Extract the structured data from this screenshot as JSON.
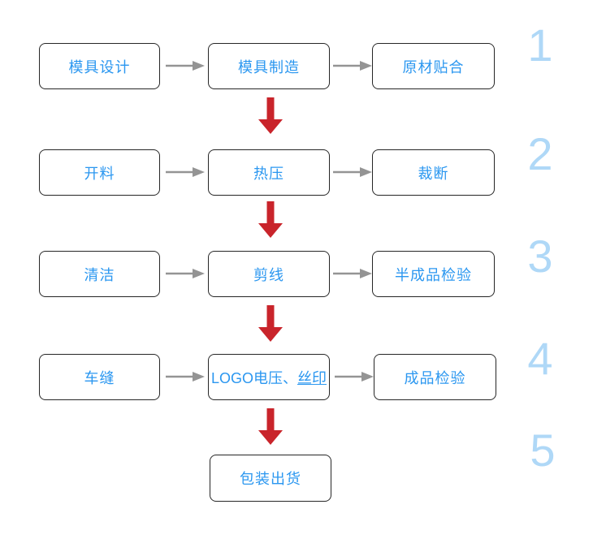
{
  "diagram_title": "production-process-flowchart",
  "colors": {
    "box_text": "#2b97f0",
    "box_border": "#262626",
    "step_number": "#afd8f7",
    "flow_arrow": "#949494",
    "down_arrow": "#c9242b",
    "background": "#ffffff"
  },
  "rows": [
    {
      "number": "1",
      "boxes": [
        {
          "label": "模具设计"
        },
        {
          "label": "模具制造"
        },
        {
          "label": "原材贴合"
        }
      ]
    },
    {
      "number": "2",
      "boxes": [
        {
          "label": "开料"
        },
        {
          "label": "热压"
        },
        {
          "label": "裁断"
        }
      ]
    },
    {
      "number": "3",
      "boxes": [
        {
          "label": "清洁"
        },
        {
          "label": "剪线"
        },
        {
          "label": "半成品检验"
        }
      ]
    },
    {
      "number": "4",
      "boxes": [
        {
          "label": "车缝"
        },
        {
          "label_main": "LOGO电压、",
          "label_underline": "丝印"
        },
        {
          "label": "成品检验"
        }
      ]
    },
    {
      "number": "5",
      "boxes": [
        {
          "label": "包装出货"
        }
      ]
    }
  ]
}
